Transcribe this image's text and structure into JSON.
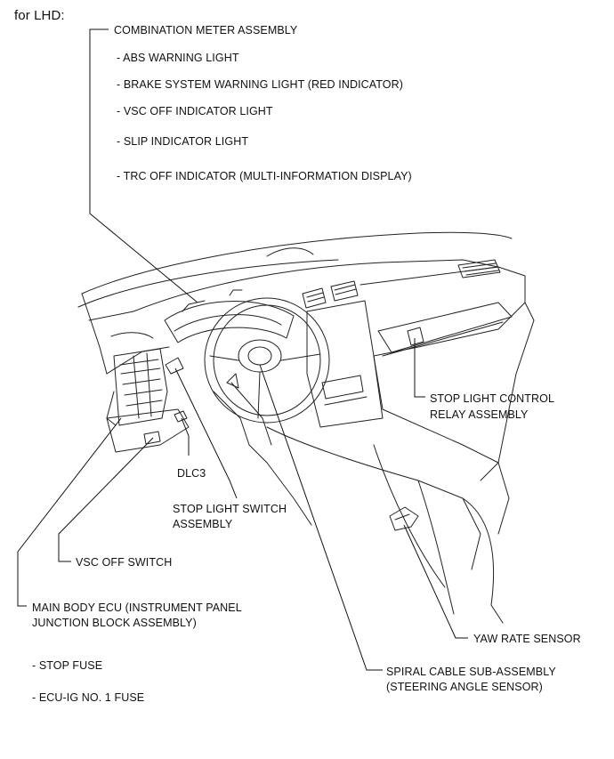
{
  "header": {
    "text": "for LHD:"
  },
  "combination_meter": {
    "title": "COMBINATION METER ASSEMBLY",
    "items": [
      "- ABS WARNING LIGHT",
      "- BRAKE SYSTEM WARNING LIGHT (RED INDICATOR)",
      "- VSC OFF INDICATOR LIGHT",
      "- SLIP INDICATOR LIGHT",
      "- TRC OFF INDICATOR (MULTI-INFORMATION DISPLAY)"
    ]
  },
  "labels": {
    "stop_light_control_1": "STOP LIGHT CONTROL",
    "stop_light_control_2": "RELAY ASSEMBLY",
    "dlc3": "DLC3",
    "stop_light_switch_1": "STOP LIGHT SWITCH",
    "stop_light_switch_2": "ASSEMBLY",
    "vsc_off_switch": "VSC OFF SWITCH",
    "main_body_ecu_1": "MAIN BODY ECU (INSTRUMENT PANEL",
    "main_body_ecu_2": "JUNCTION BLOCK ASSEMBLY)",
    "yaw_rate_sensor": "YAW RATE SENSOR",
    "spiral_cable_1": "SPIRAL CABLE SUB-ASSEMBLY",
    "spiral_cable_2": "(STEERING ANGLE SENSOR)"
  },
  "fuses": {
    "stop": "- STOP FUSE",
    "ecu_ig": "- ECU-IG NO. 1 FUSE"
  }
}
